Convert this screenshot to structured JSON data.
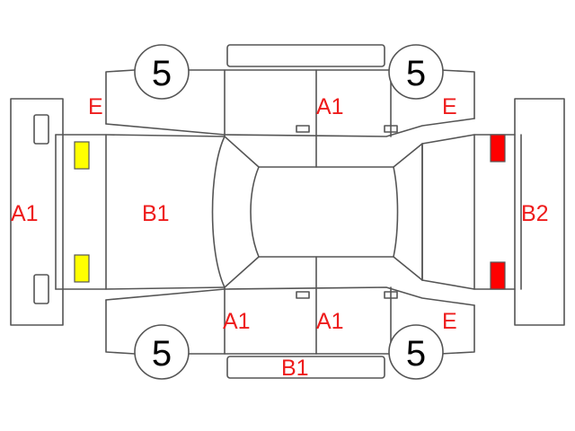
{
  "colors": {
    "outline": "#555555",
    "label": "#ee1c1c",
    "lamp_front": "#ffff00",
    "lamp_rear": "#ff0000",
    "background": "#ffffff"
  },
  "wheels": {
    "front_left": "5",
    "rear_left": "5",
    "front_right": "5",
    "rear_right": "5"
  },
  "labels": {
    "front_bumper": "A1",
    "hood": "B1",
    "rear_panel": "B2",
    "roof_top": "A1",
    "front_door_bottom": "A1",
    "rear_door_bottom": "A1",
    "rocker_bottom": "B1",
    "fender_top_left": "E",
    "fender_top_right": "E",
    "fender_bottom_right": "E"
  }
}
